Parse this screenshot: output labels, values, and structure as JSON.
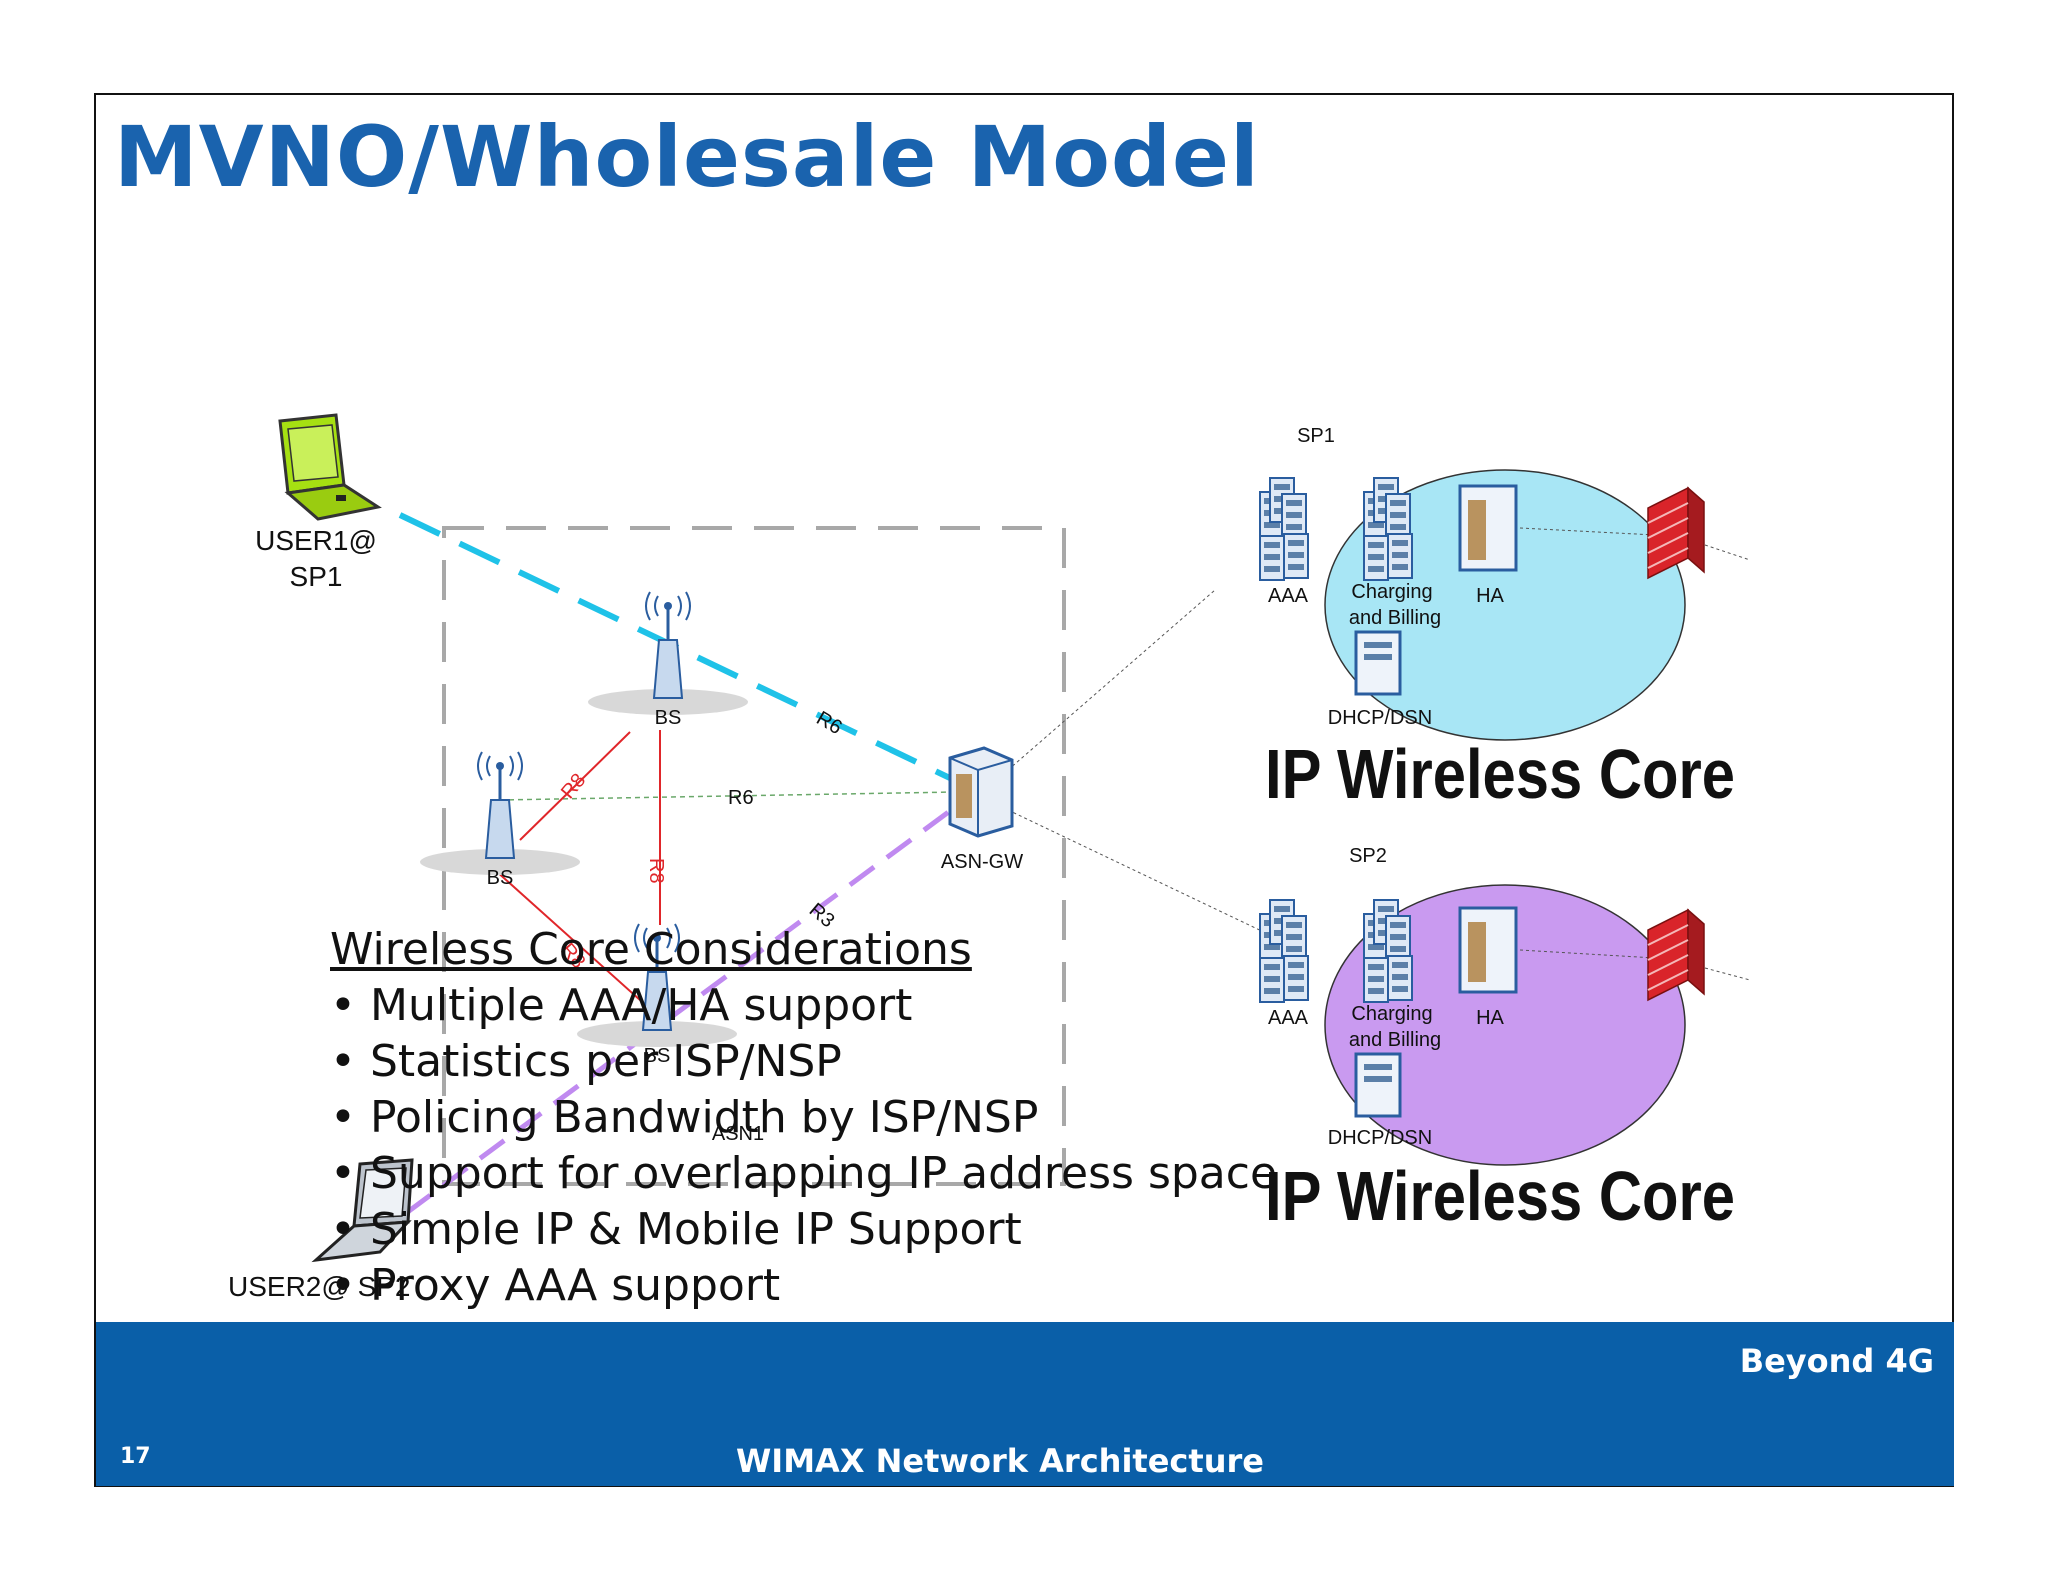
{
  "slide": {
    "title": "MVNO/Wholesale Model",
    "footer_brand": "Beyond 4G",
    "footer_center": "WIMAX Network Architecture",
    "page_number": "17"
  },
  "diagram": {
    "users": [
      {
        "label_line1": "USER1@",
        "label_line2": "SP1"
      },
      {
        "label": "USER2@ SP2"
      }
    ],
    "base_station_label": "BS",
    "gateway_label": "ASN-GW",
    "asn_label": "ASN1",
    "link_labels": {
      "r6": "R6",
      "r8": "R8",
      "r3": "R3"
    },
    "cores": [
      {
        "provider": "SP1",
        "title": "IP Wireless Core",
        "aaa": "AAA",
        "charging_line1": "Charging",
        "charging_line2": "and Billing",
        "ha": "HA",
        "dhcp": "DHCP/DSN",
        "color": "#a8e6f5"
      },
      {
        "provider": "SP2",
        "title": "IP Wireless Core",
        "aaa": "AAA",
        "charging_line1": "Charging",
        "charging_line2": "and Billing",
        "ha": "HA",
        "dhcp": "DHCP/DSN",
        "color": "#c99af0"
      }
    ]
  },
  "considerations": {
    "heading": "Wireless Core Considerations",
    "items": [
      "Multiple AAA/HA support",
      "Statistics per ISP/NSP",
      "Policing Bandwidth by ISP/NSP",
      "Support for overlapping IP address space",
      "Simple IP & Mobile IP Support",
      "Proxy AAA support"
    ]
  },
  "colors": {
    "title": "#1a63ae",
    "footer": "#0a5fa8",
    "user1_link": "#1fc2e8",
    "user2_link": "#c08af0",
    "r8_link": "#e0262a",
    "firewall": "#d9242a"
  }
}
